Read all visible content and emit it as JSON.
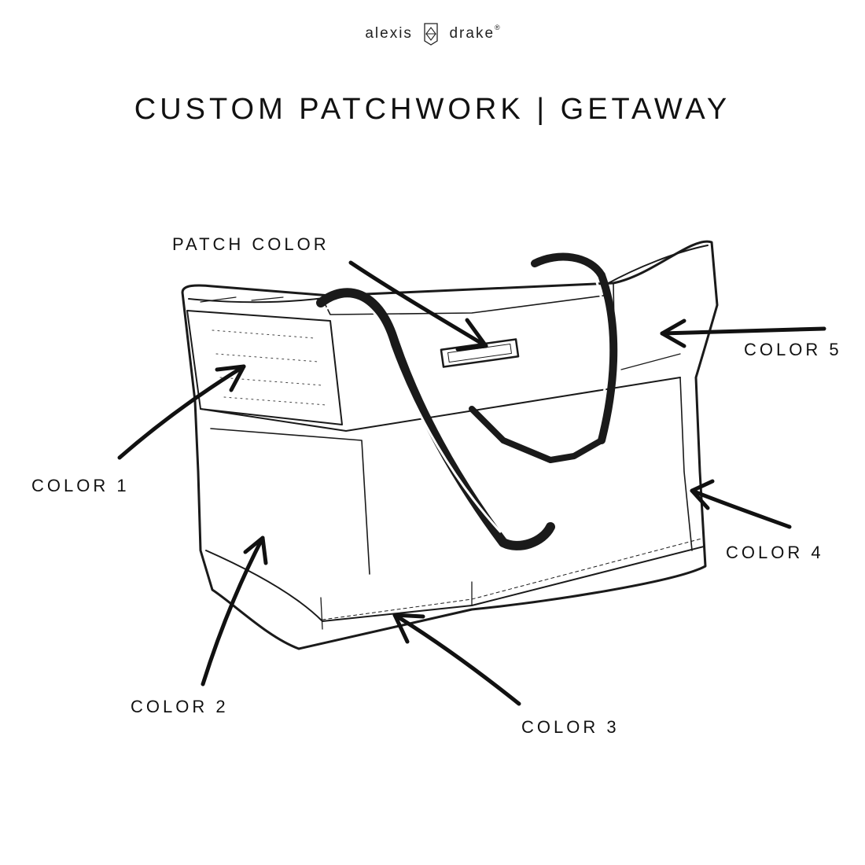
{
  "brand": {
    "part1": "alexis",
    "part2": "drake",
    "reg": "®"
  },
  "title": "CUSTOM PATCHWORK | GETAWAY",
  "labels": {
    "patch": "PATCH COLOR",
    "color1": "COLOR 1",
    "color2": "COLOR 2",
    "color3": "COLOR 3",
    "color4": "COLOR 4",
    "color5": "COLOR 5"
  },
  "icons": {
    "brand": "alexis-drake-logo-icon",
    "arrow": "arrow-icon"
  }
}
